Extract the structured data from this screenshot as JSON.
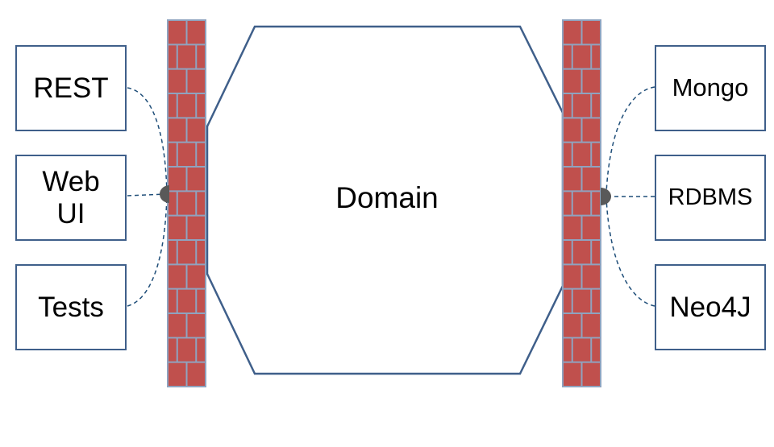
{
  "core": {
    "label": "Domain"
  },
  "left_adapters": [
    {
      "label": "REST"
    },
    {
      "label": "Web\nUI"
    },
    {
      "label": "Tests"
    }
  ],
  "right_adapters": [
    {
      "label": "Mongo"
    },
    {
      "label": "RDBMS"
    },
    {
      "label": "Neo4J"
    }
  ],
  "colors": {
    "brick": "#c0504d",
    "mortar": "#8fa3bf",
    "outline": "#3f5f8a",
    "connector": "#1f4e79",
    "port": "#595959"
  }
}
